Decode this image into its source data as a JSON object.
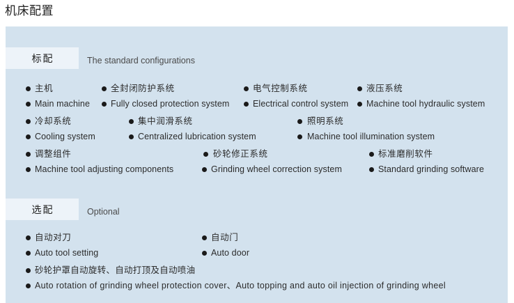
{
  "page": {
    "title": "机床配置",
    "panel_color": "#d3e2ee",
    "tag_color": "#edf3f9",
    "text_color": "#2b2b2b",
    "bullet_color": "#1a1a1a"
  },
  "sections": [
    {
      "tag": "标配",
      "caption": "The standard configurations",
      "rows": [
        {
          "items": [
            {
              "cn": "主机",
              "en": "Main machine"
            },
            {
              "cn": "全封闭防护系统",
              "en": "Fully closed protection system"
            },
            {
              "cn": "电气控制系统",
              "en": "Electrical control system"
            },
            {
              "cn": "液压系统",
              "en": "Machine tool hydraulic system"
            }
          ]
        },
        {
          "items": [
            {
              "cn": "冷却系统",
              "en": "Cooling system"
            },
            {
              "cn": "集中润滑系统",
              "en": "Centralized lubrication system"
            },
            {
              "cn": "照明系统",
              "en": "Machine tool illumination system"
            }
          ]
        },
        {
          "items": [
            {
              "cn": "调整组件",
              "en": "Machine tool adjusting components"
            },
            {
              "cn": "砂轮修正系统",
              "en": "Grinding wheel correction system"
            },
            {
              "cn": "标准磨削软件",
              "en": "Standard grinding software"
            }
          ]
        }
      ]
    },
    {
      "tag": "选配",
      "caption": "Optional",
      "rows": [
        {
          "items": [
            {
              "cn": "自动对刀",
              "en": "Auto tool setting"
            },
            {
              "cn": "自动门",
              "en": "Auto door"
            }
          ]
        },
        {
          "items": [
            {
              "cn": "砂轮护罩自动旋转、自动打顶及自动喷油",
              "en": "Auto rotation of grinding wheel protection cover、Auto topping and auto oil injection of grinding wheel"
            }
          ]
        }
      ]
    }
  ]
}
